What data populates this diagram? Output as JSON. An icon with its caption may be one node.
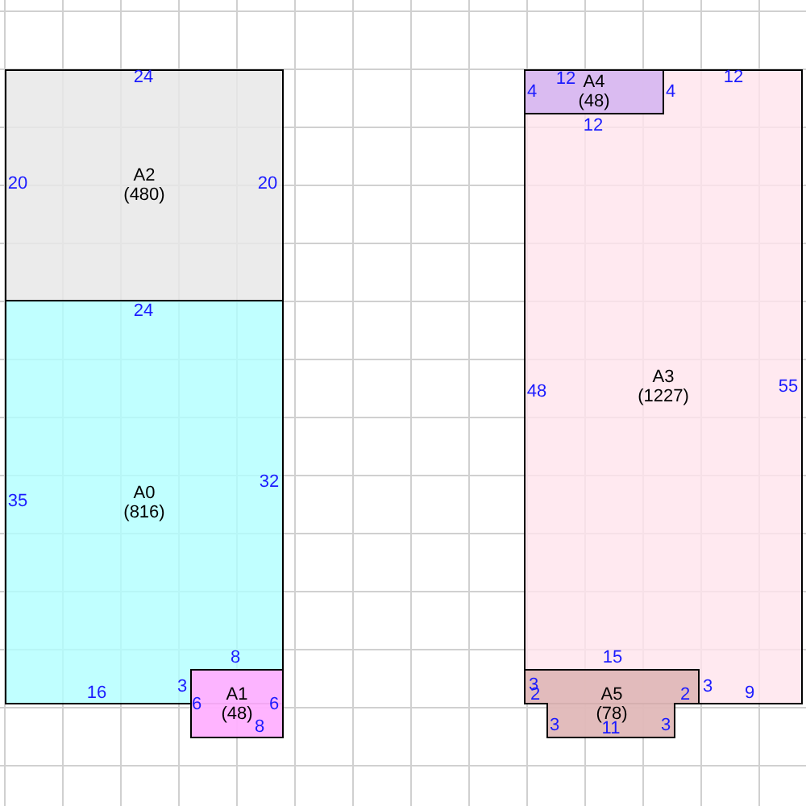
{
  "diagram": {
    "nodes": [
      {
        "text": [
          "A2",
          "(480)"
        ]
      },
      {
        "text": [
          "A0",
          "(816)"
        ]
      },
      {
        "text": [
          "A1",
          "(48)"
        ]
      },
      {
        "text": [
          "A3",
          "(1227)"
        ]
      },
      {
        "text": [
          "A4",
          "(48)"
        ],
        "in": 3
      },
      {
        "text": [
          "A5",
          "(78)"
        ]
      }
    ],
    "edges": [],
    "labels": [
      "24",
      "12",
      "12",
      "4",
      "4",
      "12",
      "20",
      "20",
      "24",
      "48",
      "55",
      "32",
      "35",
      "8",
      "15",
      "16",
      "3",
      "3",
      "2",
      "2",
      "3",
      "9",
      "6",
      "6",
      "8",
      "3",
      "11",
      "3"
    ]
  }
}
